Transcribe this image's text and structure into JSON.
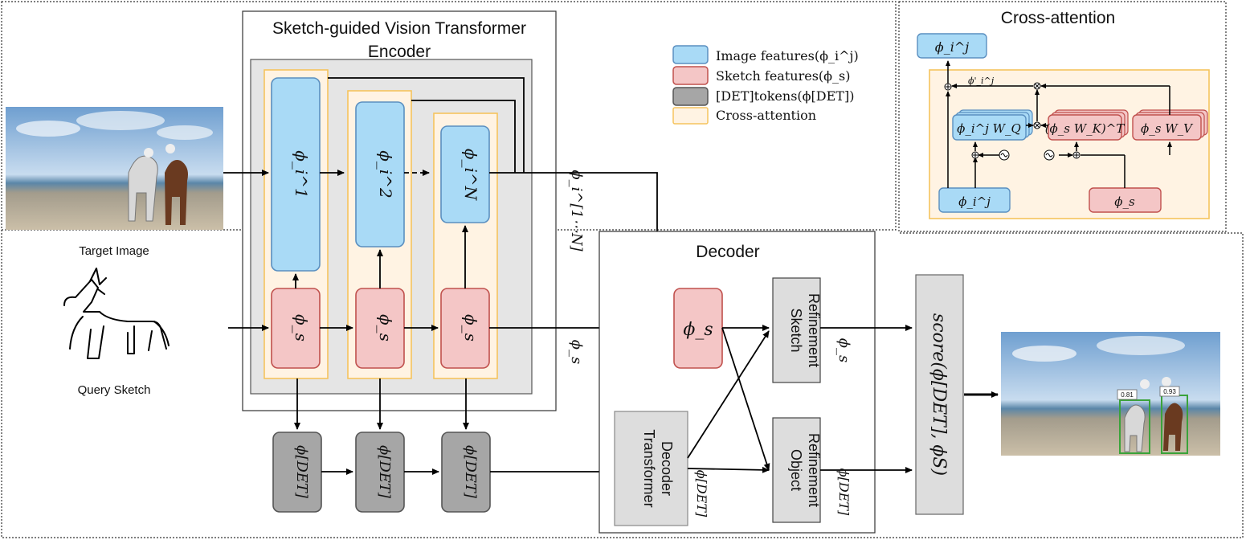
{
  "encoder": {
    "title_line1": "Sketch-guided Vision Transformer",
    "title_line2": "Encoder",
    "image_block_labels": [
      "ϕ_i^1",
      "ϕ_i^2",
      "ϕ_i^N"
    ],
    "sketch_block_label": "ϕ_s",
    "det_block_label": "ϕ[DET]",
    "output_image_label": "ϕ_i^[1⋯N]",
    "output_sketch_label": "ϕ_s"
  },
  "inputs": {
    "target_image_label": "Target Image",
    "query_sketch_label": "Query Sketch"
  },
  "legend": {
    "items": [
      {
        "label": "Image features(ϕ_i^j)",
        "color": "#a9daf6",
        "border": "#5a8fc0"
      },
      {
        "label": "Sketch features(ϕ_s)",
        "color": "#f4c6c6",
        "border": "#c0504d"
      },
      {
        "label": "[DET]tokens(ϕ[DET])",
        "color": "#a6a6a6",
        "border": "#555555"
      },
      {
        "label": "Cross-attention",
        "color": "#fff3e3",
        "border": "#f5c45e"
      }
    ]
  },
  "decoder": {
    "title": "Decoder",
    "sketch_block_label": "ϕ_s",
    "transformer_decoder_label_line1": "Transformer",
    "transformer_decoder_label_line2": "Decoder",
    "sketch_refinement_line1": "Sketch",
    "sketch_refinement_line2": "Refinement",
    "object_refinement_line1": "Object",
    "object_refinement_line2": "Refinement",
    "det_output_label": "ϕ[DET]",
    "sketch_output_label": "ϕ_s",
    "object_output_label": "ϕ[DET]"
  },
  "score": {
    "label": "score(ϕ[DET], ϕS)"
  },
  "result": {
    "box_scores": [
      "0.81",
      "0.93"
    ]
  },
  "cross_attention": {
    "title": "Cross-attention",
    "out_label": "ϕ_i^j",
    "prime_label": "ϕ'_i^j",
    "q_label": "ϕ_i^j W_Q",
    "k_label": "(ϕ_s W_K)^T",
    "v_label": "ϕ_s W_V",
    "in_image_label": "ϕ_i^j",
    "in_sketch_label": "ϕ_s"
  },
  "colors": {
    "image_feature": "#a9daf6",
    "sketch_feature": "#f4c6c6",
    "det_token": "#a6a6a6",
    "cross_attention": "#fff3e3",
    "cross_attention_border": "#f5c45e",
    "encoder_bg": "#e5e5e5",
    "block_gray": "#dddddd",
    "box_green": "#3aa33a"
  }
}
